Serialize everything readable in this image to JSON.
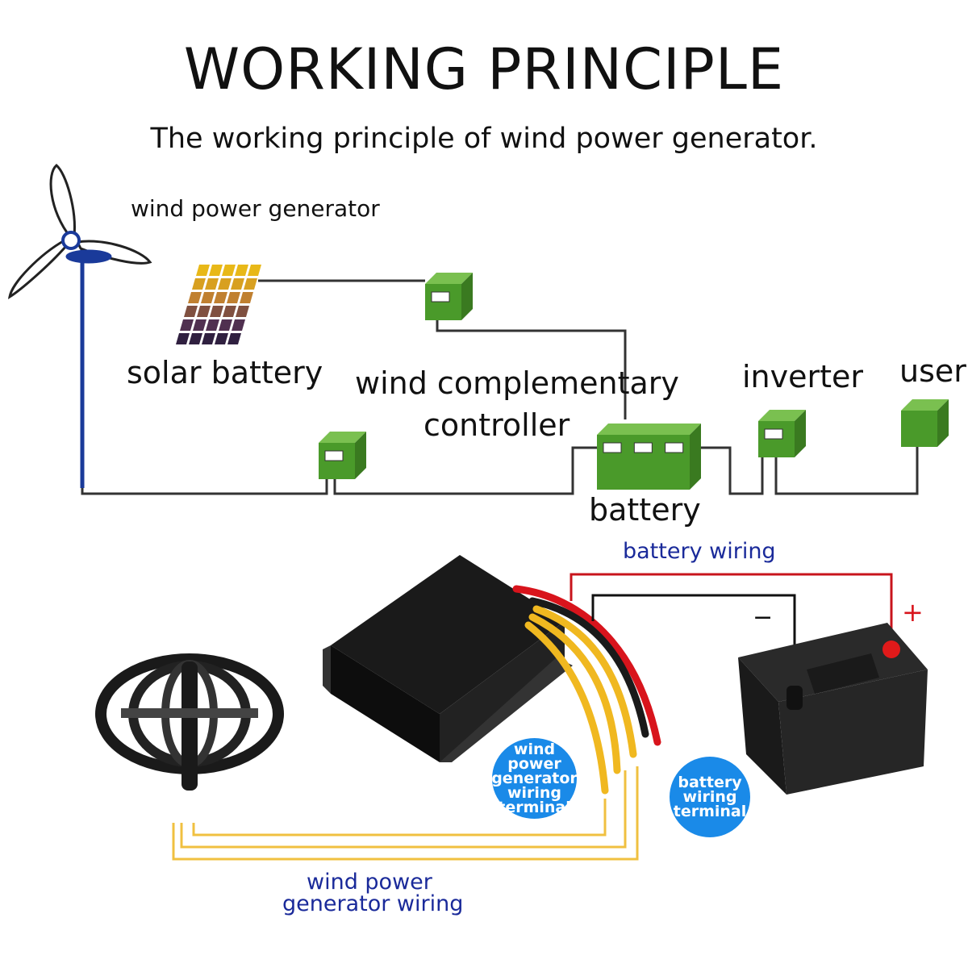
{
  "title": "WORKING PRINCIPLE",
  "subtitle": "The working principle of wind power generator.",
  "labels": {
    "wind_generator": "wind power generator",
    "solar": "solar battery",
    "controller_line1": "wind complementary",
    "controller_line2": "controller",
    "inverter": "inverter",
    "user": "user",
    "battery": "battery",
    "battery_wiring": "battery wiring",
    "gen_wiring_line1": "wind power",
    "gen_wiring_line2": "generator wiring",
    "minus": "−",
    "plus": "+"
  },
  "badges": {
    "gen_terminal": "wind power generator wiring terminal",
    "battery_terminal": "battery wiring terminal"
  },
  "colors": {
    "green": "#4a9a2a",
    "blue_text": "#1a2a9a",
    "badge": "#1a8ae8",
    "red_wire": "#d8141c",
    "yellow_wire": "#f0b820"
  }
}
